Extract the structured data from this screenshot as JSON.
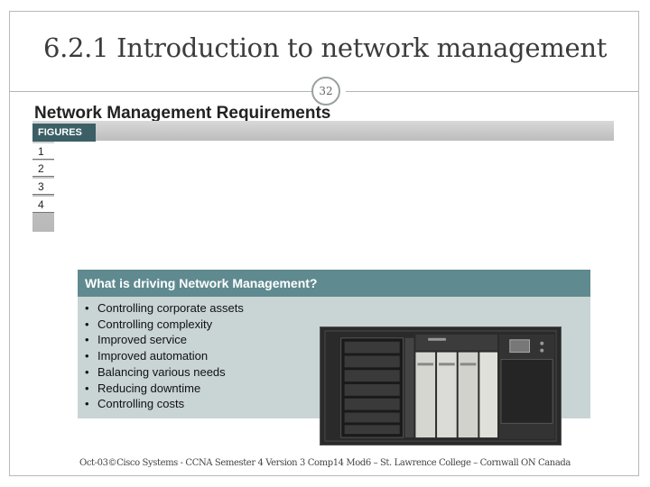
{
  "slide": {
    "title": "6.2.1 Introduction to network management",
    "page_number": "32",
    "footer": "Oct-03©Cisco Systems - CCNA Semester 4 Version 3 Comp14 Mod6 – St. Lawrence College – Cornwall ON Canada"
  },
  "figure": {
    "heading": "Network Management Requirements",
    "tab_label": "FIGURES",
    "figure_buttons": [
      "1",
      "2",
      "3",
      "4"
    ],
    "box_title": "What is driving Network Management?",
    "bullets": [
      "Controlling corporate assets",
      "Controlling complexity",
      "Improved service",
      "Improved automation",
      "Balancing various needs",
      "Reducing downtime",
      "Controlling costs"
    ]
  },
  "colors": {
    "tab": "#3c5f66",
    "box_header": "#5f8a8f",
    "box_body": "#c9d4d4"
  }
}
